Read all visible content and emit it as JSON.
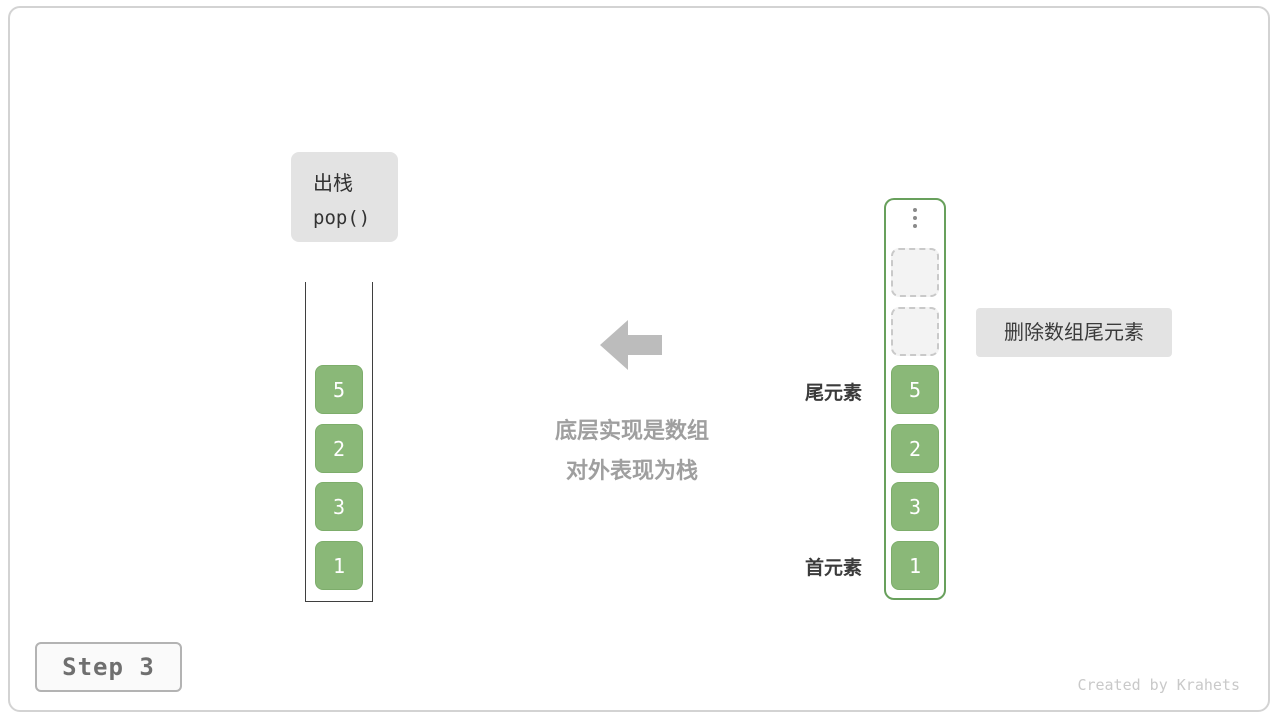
{
  "operation_box": {
    "title": "出栈",
    "code": "pop()"
  },
  "annotation": {
    "line1": "底层实现是数组",
    "line2": "对外表现为栈"
  },
  "stack_left": {
    "cells": [
      "5",
      "2",
      "3",
      "1"
    ]
  },
  "array_right": {
    "cells": [
      "5",
      "2",
      "3",
      "1"
    ],
    "empty_cell_count": 2,
    "tail_label": "尾元素",
    "head_label": "首元素"
  },
  "delete_note": "删除数组尾元素",
  "step": {
    "label": "Step 3"
  },
  "credit": "Created by Krahets",
  "icons": {
    "arrow": "arrow-left-icon",
    "ellipsis": "ellipsis-vertical-icon"
  },
  "colors": {
    "cell_green": "#8ab878",
    "container_green_border": "#68a05c",
    "label_box_bg": "#e3e3e3",
    "arrow_gray": "#bcbcbc",
    "annotation_gray": "#9f9f9f",
    "frame_border": "#d3d3d3"
  }
}
